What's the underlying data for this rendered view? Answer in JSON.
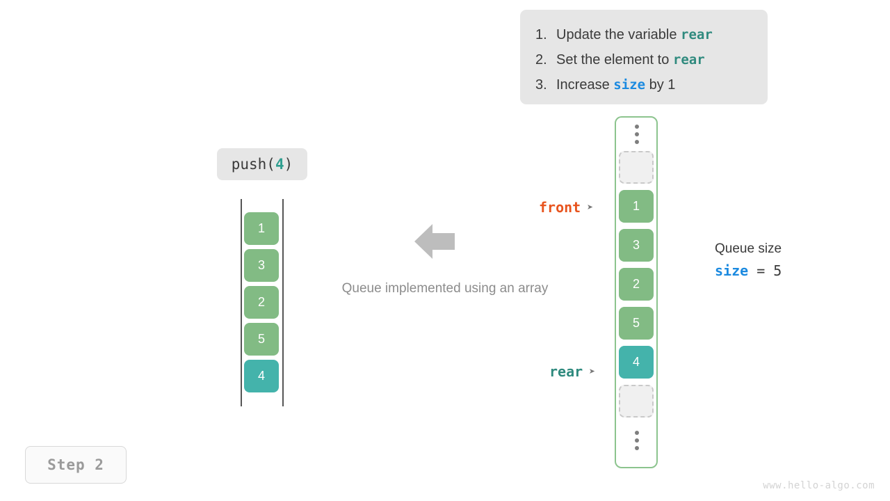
{
  "instructions": {
    "steps": [
      {
        "num": "1.",
        "pre": "Update the variable ",
        "code": "rear",
        "code_color": "teal",
        "post": ""
      },
      {
        "num": "2.",
        "pre": "Set the element to ",
        "code": "rear",
        "code_color": "teal",
        "post": ""
      },
      {
        "num": "3.",
        "pre": "Increase ",
        "code": "size",
        "code_color": "blue",
        "post": " by 1"
      }
    ]
  },
  "operation": {
    "name": "push(",
    "arg": "4",
    "close": ")"
  },
  "left_array": {
    "caption": "Queue implemented using an array",
    "cells": [
      {
        "value": "1",
        "color": "green"
      },
      {
        "value": "3",
        "color": "green"
      },
      {
        "value": "2",
        "color": "green"
      },
      {
        "value": "5",
        "color": "green"
      },
      {
        "value": "4",
        "color": "teal"
      }
    ]
  },
  "arrow": {
    "direction": "left",
    "color": "#bdbdbd"
  },
  "pointers": {
    "front": {
      "label": "front",
      "glyph": "➤",
      "color": "#e8541e"
    },
    "rear": {
      "label": "rear",
      "glyph": "➤",
      "color": "#2f8a7e"
    }
  },
  "ring_array": {
    "border_color": "#8cc48e",
    "top_dots": "⋮",
    "bottom_dots": "⋮",
    "cells": [
      {
        "type": "empty"
      },
      {
        "type": "filled",
        "value": "1",
        "color": "green"
      },
      {
        "type": "filled",
        "value": "3",
        "color": "green"
      },
      {
        "type": "filled",
        "value": "2",
        "color": "green"
      },
      {
        "type": "filled",
        "value": "5",
        "color": "green"
      },
      {
        "type": "filled",
        "value": "4",
        "color": "teal"
      },
      {
        "type": "empty"
      }
    ]
  },
  "queue_size": {
    "title": "Queue size",
    "var_name": "size",
    "equals": " = ",
    "value": "5"
  },
  "step_badge": {
    "label": "Step 2"
  },
  "watermark": {
    "text": "www.hello-algo.com"
  },
  "colors": {
    "green_cell": "#82bb84",
    "teal_cell": "#44b3ab",
    "teal_text": "#2f8a7e",
    "blue_text": "#1b8ae0",
    "orange_text": "#e8541e",
    "box_bg": "#e6e6e6"
  }
}
